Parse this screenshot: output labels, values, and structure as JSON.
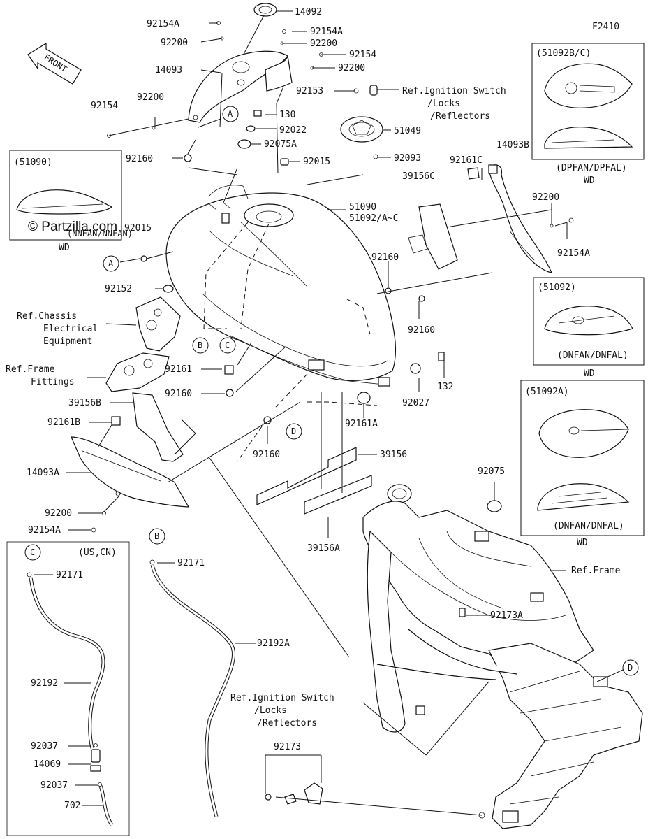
{
  "figure_code": "F2410",
  "watermark": "© Partzilla.com",
  "front_arrow_label": "FRONT",
  "callout_letters": {
    "a": "A",
    "b": "B",
    "c": "C",
    "d": "D"
  },
  "part_labels": {
    "p14092": "14092",
    "p92154A_1": "92154A",
    "p92200_1": "92200",
    "p92154A_2": "92154A",
    "p92200_2": "92200",
    "p92154_1": "92154",
    "p92200_3": "92200",
    "p14093": "14093",
    "p92153": "92153",
    "p92154_2": "92154",
    "p92200_4": "92200",
    "p130": "130",
    "p92022": "92022",
    "p51049": "51049",
    "p92160_1": "92160",
    "p92075A": "92075A",
    "p92093": "92093",
    "p14093B": "14093B",
    "p92015_1": "92015",
    "p92161C": "92161C",
    "p39156C": "39156C",
    "p92200_5": "92200",
    "p51090": "51090",
    "p51092AC": "51092/A~C",
    "p92154A_3": "92154A",
    "p92015_2": "92015",
    "p92160_2": "92160",
    "p92152": "92152",
    "p92160_3": "92160",
    "p92161": "92161",
    "p132": "132",
    "p92160_4": "92160",
    "p92027": "92027",
    "p39156B": "39156B",
    "p92161A": "92161A",
    "p92161B": "92161B",
    "p92160_5": "92160",
    "p39156": "39156",
    "p14093A": "14093A",
    "p92200_6": "92200",
    "p92154A_4": "92154A",
    "p39156A": "39156A",
    "p92075": "92075",
    "p92171_1": "92171",
    "p92171_2": "92171",
    "p92192A": "92192A",
    "p92192": "92192",
    "p92173A": "92173A",
    "p92037_1": "92037",
    "p14069": "14069",
    "p92037_2": "92037",
    "p702": "702",
    "p92173": "92173"
  },
  "references": {
    "ignition_top": [
      "Ref.Ignition Switch",
      "/Locks",
      "/Reflectors"
    ],
    "chassis": [
      "Ref.Chassis",
      "Electrical",
      "Equipment"
    ],
    "frame_fittings": [
      "Ref.Frame",
      "Fittings"
    ],
    "frame": "Ref.Frame",
    "ignition_bottom": [
      "Ref.Ignition Switch",
      "/Locks",
      "/Reflectors"
    ]
  },
  "insets": {
    "i51090": {
      "title": "(51090)",
      "variant": "(NNFAN/NNFAN)",
      "region": "WD"
    },
    "i51092BC": {
      "title": "(51092B/C)",
      "variant": "(DPFAN/DPFAL)",
      "region": "WD"
    },
    "i51092": {
      "title": "(51092)",
      "variant": "(DNFAN/DNFAL)",
      "region": "WD"
    },
    "i51092A": {
      "title": "(51092A)",
      "variant": "(DNFAN/DNFAL)",
      "region": "WD"
    },
    "usCN": {
      "title": "(US,CN)"
    }
  }
}
